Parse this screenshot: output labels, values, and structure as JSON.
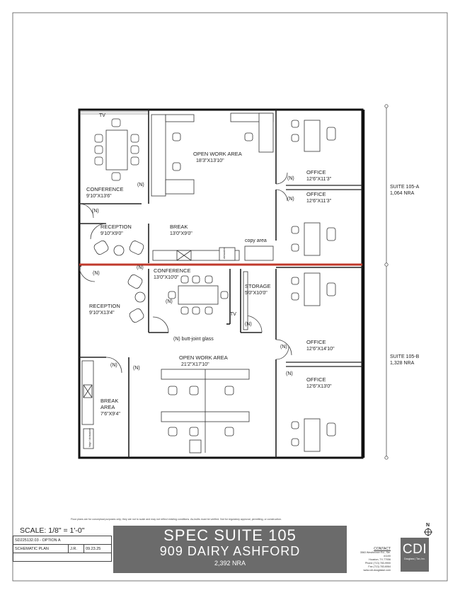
{
  "rooms": {
    "tv_top": "TV",
    "conference_1": {
      "name": "CONFERENCE",
      "size": "9'10\"X13'6\""
    },
    "open_work_1": {
      "name": "OPEN WORK AREA",
      "size": "18'3\"X13'10\""
    },
    "office_1": {
      "name": "OFFICE",
      "size": "12'6\"X11'3\""
    },
    "office_2": {
      "name": "OFFICE",
      "size": "12'6\"X11'3\""
    },
    "reception_1": {
      "name": "RECEPTION",
      "size": "9'10\"X9'0\""
    },
    "break_1": {
      "name": "BREAK",
      "size": "13'0\"X9'0\""
    },
    "copy_area": "copy area",
    "dishwasher_label": "dishwasher",
    "conference_2": {
      "name": "CONFERENCE",
      "size": "13'0\"X10'0\""
    },
    "storage": {
      "name": "STORAGE",
      "size": "5'0\"X10'0\""
    },
    "tv_mid": "TV",
    "reception_2": {
      "name": "RECEPTION",
      "size": "9'10\"X13'4\""
    },
    "butt_joint": "(N) butt-joint glass",
    "office_3": {
      "name": "OFFICE",
      "size": "12'6\"X14'10\""
    },
    "open_work_2": {
      "name": "OPEN WORK AREA",
      "size": "21'2\"X17'10\""
    },
    "office_4": {
      "name": "OFFICE",
      "size": "12'6\"X13'0\""
    },
    "break_2": {
      "name": "BREAK",
      "name2": "AREA",
      "size": "7'6\"X9'4\""
    },
    "fridge_label": "fridge / dishwasher",
    "new_tag": "(N)"
  },
  "suites": {
    "a": {
      "name": "SUITE 105-A",
      "area": "1,064 NRA"
    },
    "b": {
      "name": "SUITE 105-B",
      "area": "1,328 NRA"
    }
  },
  "disclaimer": "Floor plans are for conceptual purposes only; they are not to scale and may not reflect existing conditions. As-builts must be verified. Not for regulatory approval, permitting, or construction.",
  "scale": "SCALE: 1/8\" = 1'-0\"",
  "info": {
    "job": "SD225132.03 - OPTION A",
    "plan": "SCHEMATIC PLAN",
    "initials": "J.R.",
    "date": "09.23.25"
  },
  "title": {
    "line1": "SPEC SUITE 105",
    "line2": "909 DAIRY ASHFORD",
    "line3": "2,392 NRA"
  },
  "contact": {
    "heading": "CONTACT",
    "lines": [
      "3563 Westheimer Rd., Ste. #1100",
      "Houston, TX 77056",
      "Phone (713) 783-9900",
      "Fax (713) 783-6064",
      "www.cdi-douglasse.com"
    ]
  },
  "logo": {
    "big": "CDI",
    "small": "Douglass | Tan, Inc."
  },
  "north": "N",
  "colors": {
    "red_line": "#c0392b",
    "title_bg": "#6b6b6b"
  }
}
